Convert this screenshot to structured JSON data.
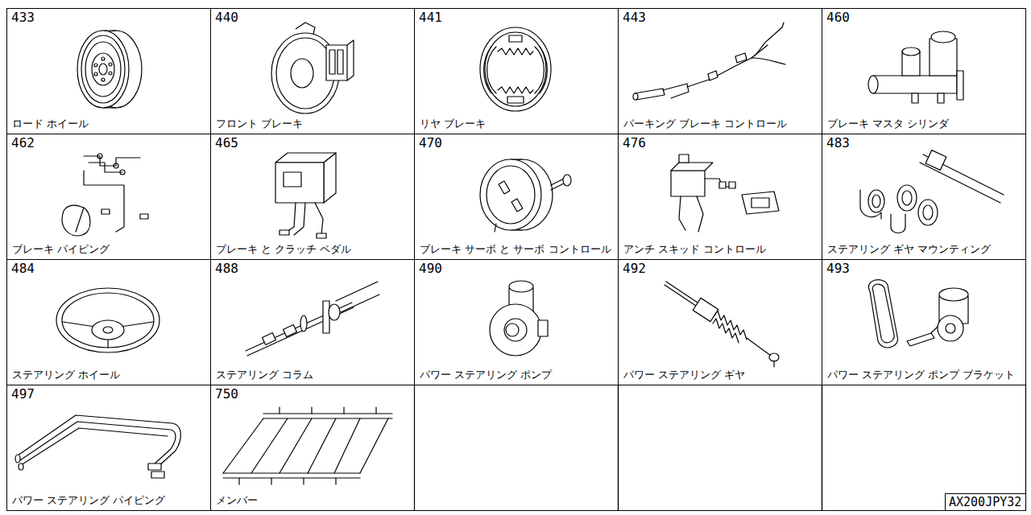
{
  "diagram": {
    "nodes": [
      {
        "text": [
          "433",
          "ロード ホイール"
        ]
      },
      {
        "text": [
          "440",
          "フロント ブレーキ"
        ]
      },
      {
        "text": [
          "441",
          "リヤ ブレーキ"
        ]
      },
      {
        "text": [
          "443",
          "パーキング ブレーキ コントロール"
        ]
      },
      {
        "text": [
          "460",
          "ブレーキ マスタ シリンダ"
        ]
      },
      {
        "text": [
          "462",
          "ブレーキ パイピング"
        ]
      },
      {
        "text": [
          "465",
          "ブレーキ と クラッチ ペダル"
        ]
      },
      {
        "text": [
          "470",
          "ブレーキ サーボ と サーボ コントロール"
        ]
      },
      {
        "text": [
          "476",
          "アンチ スキッド コントロール"
        ]
      },
      {
        "text": [
          "483",
          "ステアリング ギヤ マウンティング"
        ]
      },
      {
        "text": [
          "484",
          "ステアリング ホイール"
        ]
      },
      {
        "text": [
          "488",
          "ステアリング コラム"
        ]
      },
      {
        "text": [
          "490",
          "パワー ステアリング ポンプ"
        ]
      },
      {
        "text": [
          "492",
          "パワー ステアリング ギヤ"
        ]
      },
      {
        "text": [
          "493",
          "パワー ステアリング ポンプ ブラケット"
        ]
      },
      {
        "text": [
          "497",
          "パワー ステアリング パイピング"
        ]
      },
      {
        "text": [
          "750",
          "メンバー"
        ]
      },
      {
        "text": [
          "AX200JPY32"
        ]
      }
    ]
  }
}
